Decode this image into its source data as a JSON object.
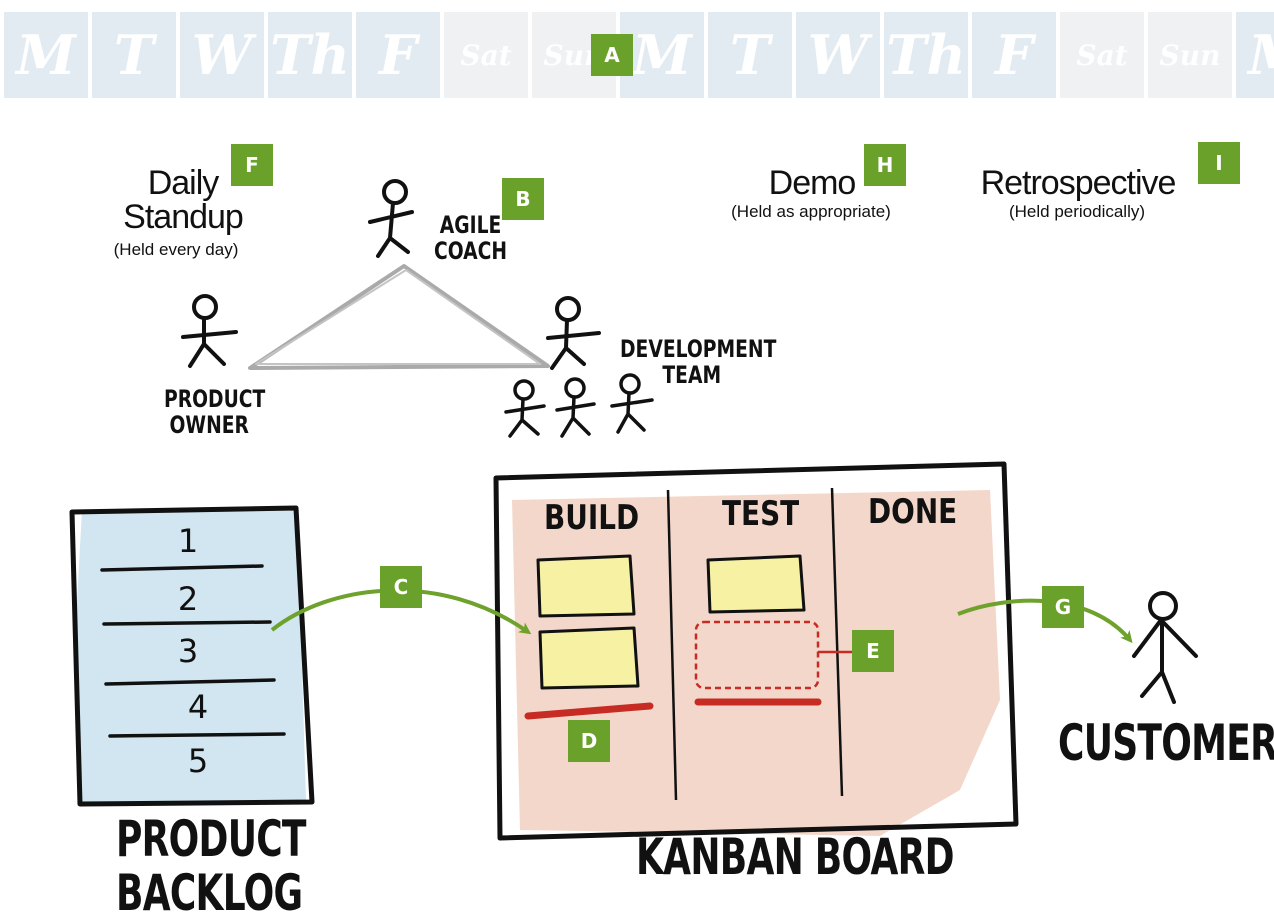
{
  "calendar": {
    "days": [
      {
        "label": "M",
        "kind": "weekday"
      },
      {
        "label": "T",
        "kind": "weekday"
      },
      {
        "label": "W",
        "kind": "weekday"
      },
      {
        "label": "Th",
        "kind": "weekday"
      },
      {
        "label": "F",
        "kind": "weekday"
      },
      {
        "label": "Sat",
        "kind": "weekend"
      },
      {
        "label": "Sun",
        "kind": "weekend"
      },
      {
        "label": "M",
        "kind": "weekday"
      },
      {
        "label": "T",
        "kind": "weekday"
      },
      {
        "label": "W",
        "kind": "weekday"
      },
      {
        "label": "Th",
        "kind": "weekday"
      },
      {
        "label": "F",
        "kind": "weekday"
      },
      {
        "label": "Sat",
        "kind": "weekend"
      },
      {
        "label": "Sun",
        "kind": "weekend"
      },
      {
        "label": "M",
        "kind": "weekday"
      }
    ]
  },
  "badges": {
    "a": "A",
    "b": "B",
    "c": "C",
    "d": "D",
    "e": "E",
    "f": "F",
    "g": "G",
    "h": "H",
    "i": "I"
  },
  "meetings": {
    "standup": {
      "title_line1": "Daily",
      "title_line2": "Standup",
      "note": "(Held every day)"
    },
    "demo": {
      "title": "Demo",
      "note": "(Held as appropriate)"
    },
    "retro": {
      "title": "Retrospective",
      "note": "(Held periodically)"
    }
  },
  "roles": {
    "coach": {
      "line1": "AGILE",
      "line2": "COACH"
    },
    "owner": {
      "line1": "PRODUCT",
      "line2": "OWNER"
    },
    "team": {
      "line1": "DEVELOPMENT",
      "line2": "TEAM"
    }
  },
  "backlog": {
    "items": [
      "1",
      "2",
      "3",
      "4",
      "5"
    ],
    "line1": "PRODUCT",
    "line2": "BACKLOG"
  },
  "kanban": {
    "columns": [
      "BUILD",
      "TEST",
      "DONE"
    ],
    "label": "KANBAN BOARD"
  },
  "customer": {
    "label": "CUSTOMER"
  },
  "colors": {
    "badge": "#69a12a",
    "calendar_weekday": "#e3ebf2",
    "calendar_weekend": "#f0f1f2",
    "sticky": "#f7f1a4",
    "wip_limit": "#c62c24",
    "board_fill": "#efc9b8",
    "backlog_fill": "#c9e2ef",
    "arrow": "#6ea22d"
  }
}
